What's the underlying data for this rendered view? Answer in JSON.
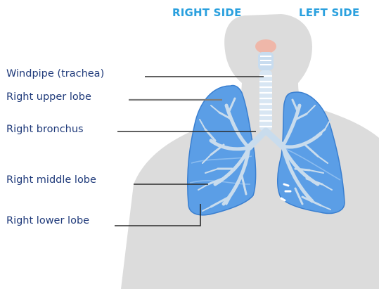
{
  "headings": {
    "right_side": "RIGHT SIDE",
    "left_side": "LEFT SIDE"
  },
  "labels": {
    "windpipe": "Windpipe (trachea)",
    "right_upper_lobe": "Right upper lobe",
    "right_bronchus": "Right bronchus",
    "right_middle_lobe": "Right middle lobe",
    "right_lower_lobe": "Right lower lobe"
  },
  "colors": {
    "silhouette": "#dcdcdc",
    "lung_fill": "#5b9ee6",
    "lung_outline": "#3a7fd0",
    "airway": "#c9dced",
    "heading_blue": "#2aa0de",
    "label_navy": "#1f3a7a",
    "leader_line": "#2b2b2b"
  }
}
